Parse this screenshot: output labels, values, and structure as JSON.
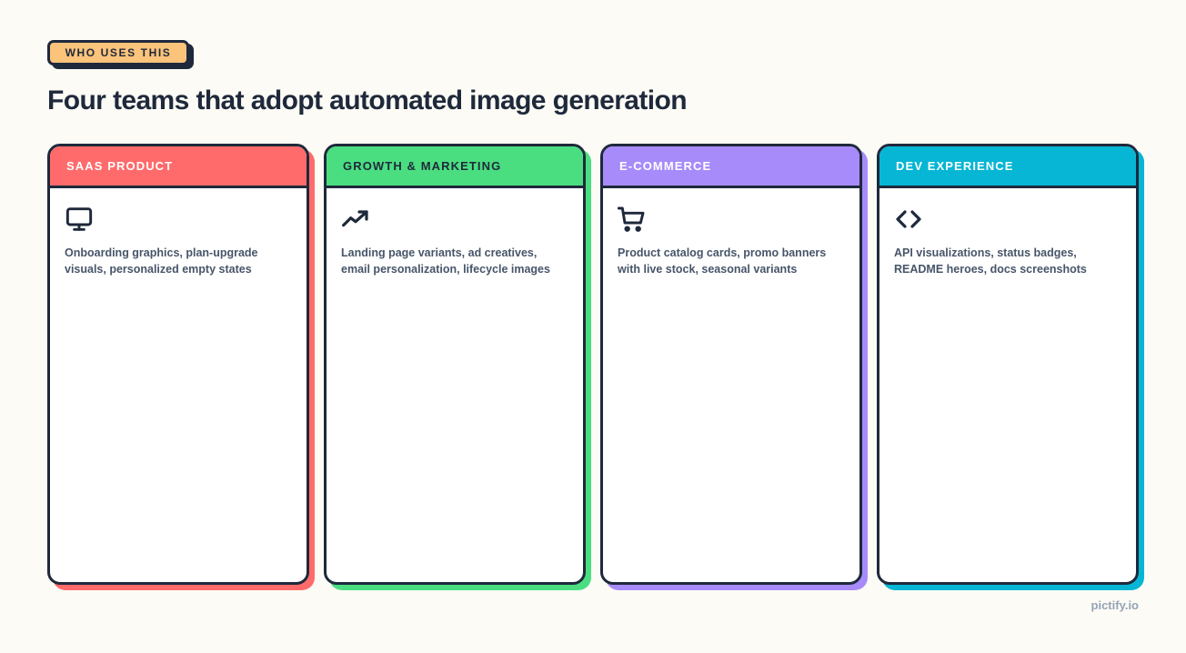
{
  "eyebrow": {
    "label": "WHO USES THIS",
    "color": "#fcc37b"
  },
  "heading": "Four teams that adopt automated image generation",
  "cards": [
    {
      "title": "SAAS PRODUCT",
      "color": "#ff6b6b",
      "icon": "monitor-icon",
      "description": "Onboarding graphics, plan-upgrade visuals, personalized empty states"
    },
    {
      "title": "GROWTH & MARKETING",
      "color": "#4ade80",
      "icon": "trending-up-icon",
      "description": "Landing page variants, ad creatives, email personalization, lifecycle images"
    },
    {
      "title": "E-COMMERCE",
      "color": "#a78bfa",
      "icon": "shopping-cart-icon",
      "description": "Product catalog cards, promo banners with live stock, seasonal variants"
    },
    {
      "title": "DEV EXPERIENCE",
      "color": "#06b6d4",
      "icon": "code-icon",
      "description": "API visualizations, status badges, README heroes, docs screenshots"
    }
  ],
  "footer": {
    "brand": "pictify.io"
  }
}
